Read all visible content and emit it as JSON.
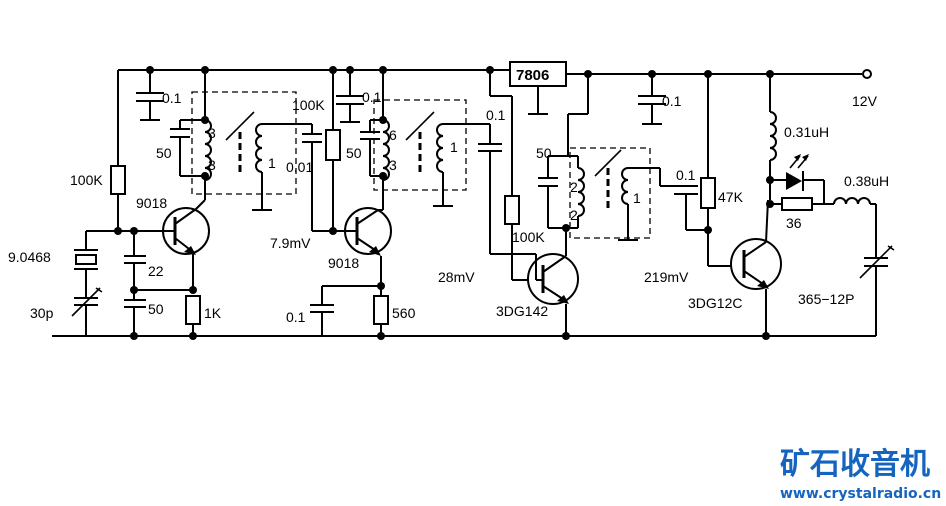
{
  "labels": {
    "c_01_a": "0.1",
    "c_50_a": "50",
    "coil_3a": "3",
    "coil_3b": "3",
    "coil_1a": "1",
    "r_100k_a": "100K",
    "q1": "9018",
    "crystal": "9.0468",
    "c_22": "22",
    "c_50_b": "50",
    "c_30p": "30p",
    "r_1k": "1K",
    "r_100k_b": "100K",
    "c_01_b": "0.1",
    "c_50_c": "50",
    "coil_6": "6",
    "coil_3c": "3",
    "coil_1b": "1",
    "c_001": "0.01",
    "v_79": "7.9mV",
    "q2": "9018",
    "c_01_c": "0.1",
    "r_560": "560",
    "c_01_d": "0.1",
    "reg": "7806",
    "c_50_d": "50",
    "coil_2a": "2",
    "coil_2b": "2",
    "coil_1c": "1",
    "r_100k_c": "100K",
    "v_28": "28mV",
    "q3": "3DG142",
    "c_01_e": "0.1",
    "c_01_f": "0.1",
    "v_219": "219mV",
    "r_47k": "47K",
    "q4": "3DG12C",
    "supply": "12V",
    "l_031": "0.31uH",
    "l_038": "0.38uH",
    "r_36": "36",
    "c_var": "365−12P"
  },
  "watermark": {
    "title": "矿石收音机",
    "url": "www.crystalradio.cn",
    "color": "#1565c0"
  }
}
